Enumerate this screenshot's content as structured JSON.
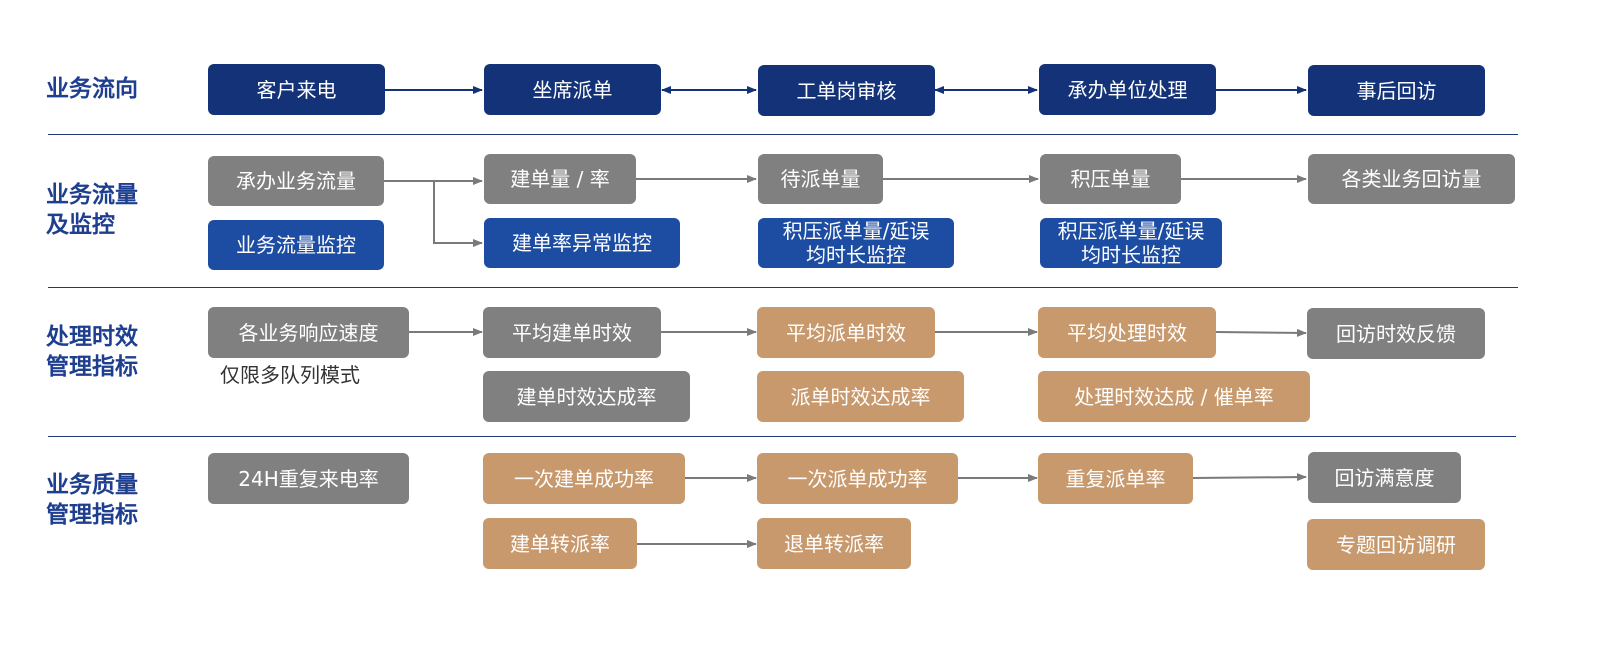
{
  "colors": {
    "navy": "#133278",
    "blue": "#1c4da3",
    "gray": "#808080",
    "tan": "#c8996c",
    "label": "#1e3f8f",
    "connector": "#7a7a7a"
  },
  "rows": [
    {
      "label": "业务流向"
    },
    {
      "label": "业务流量\n及监控"
    },
    {
      "label": "处理时效\n管理指标"
    },
    {
      "label": "业务质量\n管理指标"
    }
  ],
  "nodes": {
    "kehu_laidian": "客户来电",
    "zuoxi_paidan": "坐席派单",
    "gongdan_shenhe": "工单岗审核",
    "chengban_chuli": "承办单位处理",
    "shihou_huifang": "事后回访",
    "chengban_liuliang": "承办业务流量",
    "liuliang_jiankong": "业务流量监控",
    "jiandan_lv": "建单量 / 率",
    "jiandan_yichang": "建单率异常监控",
    "daipai_liang": "待派单量",
    "jiya_paidan_jiankong": "积压派单量/延误\n均时长监控",
    "jiya_liang": "积压单量",
    "jiya_chuli_jiankong": "积压派单量/延误\n均时长监控",
    "huifang_liang": "各类业务回访量",
    "xiangying_sudu": "各业务响应速度",
    "pingjun_jiandan": "平均建单时效",
    "jiandan_dacheng": "建单时效达成率",
    "pingjun_paidan": "平均派单时效",
    "paidan_dacheng": "派单时效达成率",
    "pingjun_chuli": "平均处理时效",
    "chuli_dacheng": "处理时效达成 / 催单率",
    "huifang_shixiao": "回访时效反馈",
    "chongfu_laidian": "24H重复来电率",
    "yici_jiandan": "一次建单成功率",
    "jiandan_zhuanpai": "建单转派率",
    "yici_paidan": "一次派单成功率",
    "tuidan_zhuanpai": "退单转派率",
    "chongfu_paidan": "重复派单率",
    "huifang_manyi": "回访满意度",
    "zhuanti_diaoyan": "专题回访调研"
  },
  "note": "仅限多队列模式"
}
